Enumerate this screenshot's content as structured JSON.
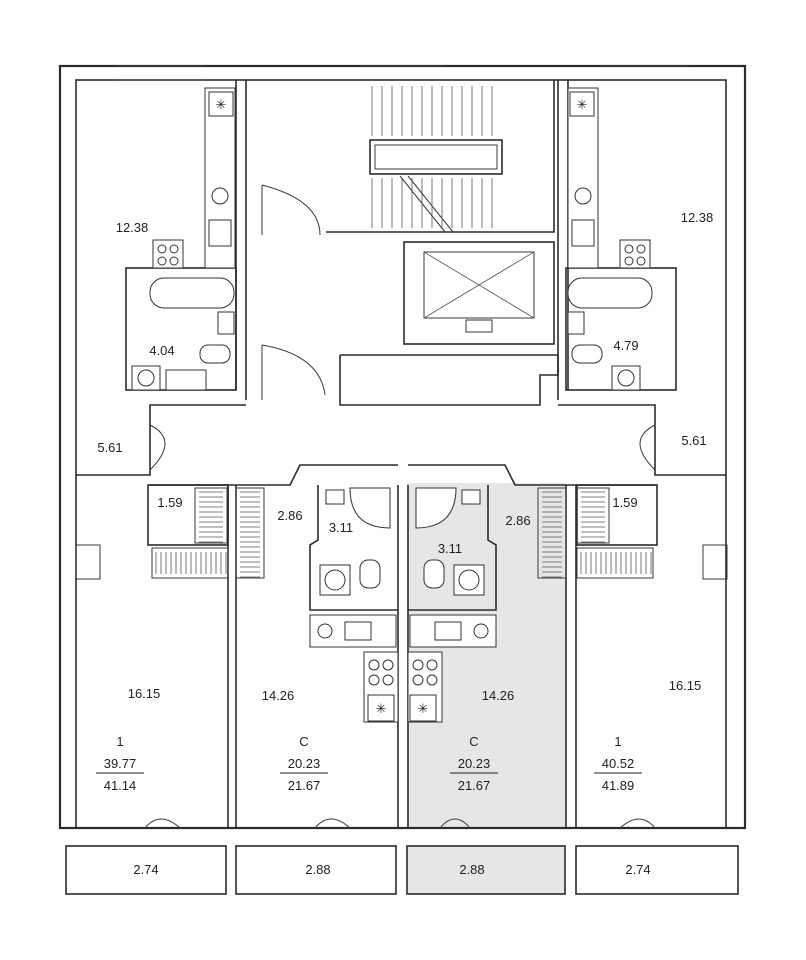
{
  "rooms": {
    "kitchen_left": "12.38",
    "kitchen_right": "12.38",
    "bath_left": "4.04",
    "bath_right": "4.79",
    "hall_left": "5.61",
    "hall_right": "5.61",
    "storage_left": "1.59",
    "storage_right": "1.59",
    "corr_studio_left": "2.86",
    "corr_studio_right": "2.86",
    "bath_studio_left": "3.11",
    "bath_studio_right": "3.11",
    "room_left": "16.15",
    "room_right": "16.15",
    "studio_left": "14.26",
    "studio_right": "14.26",
    "balcony_1": "2.74",
    "balcony_2": "2.88",
    "balcony_3": "2.88",
    "balcony_4": "2.74"
  },
  "apartments": [
    {
      "type": "1",
      "living": "39.77",
      "total": "41.14"
    },
    {
      "type": "С",
      "living": "20.23",
      "total": "21.67"
    },
    {
      "type": "С",
      "living": "20.23",
      "total": "21.67"
    },
    {
      "type": "1",
      "living": "40.52",
      "total": "41.89"
    }
  ],
  "icons": {
    "vent": "✳"
  },
  "colors": {
    "highlight": "#e6e6e6",
    "walls": "#2b2b2b"
  }
}
